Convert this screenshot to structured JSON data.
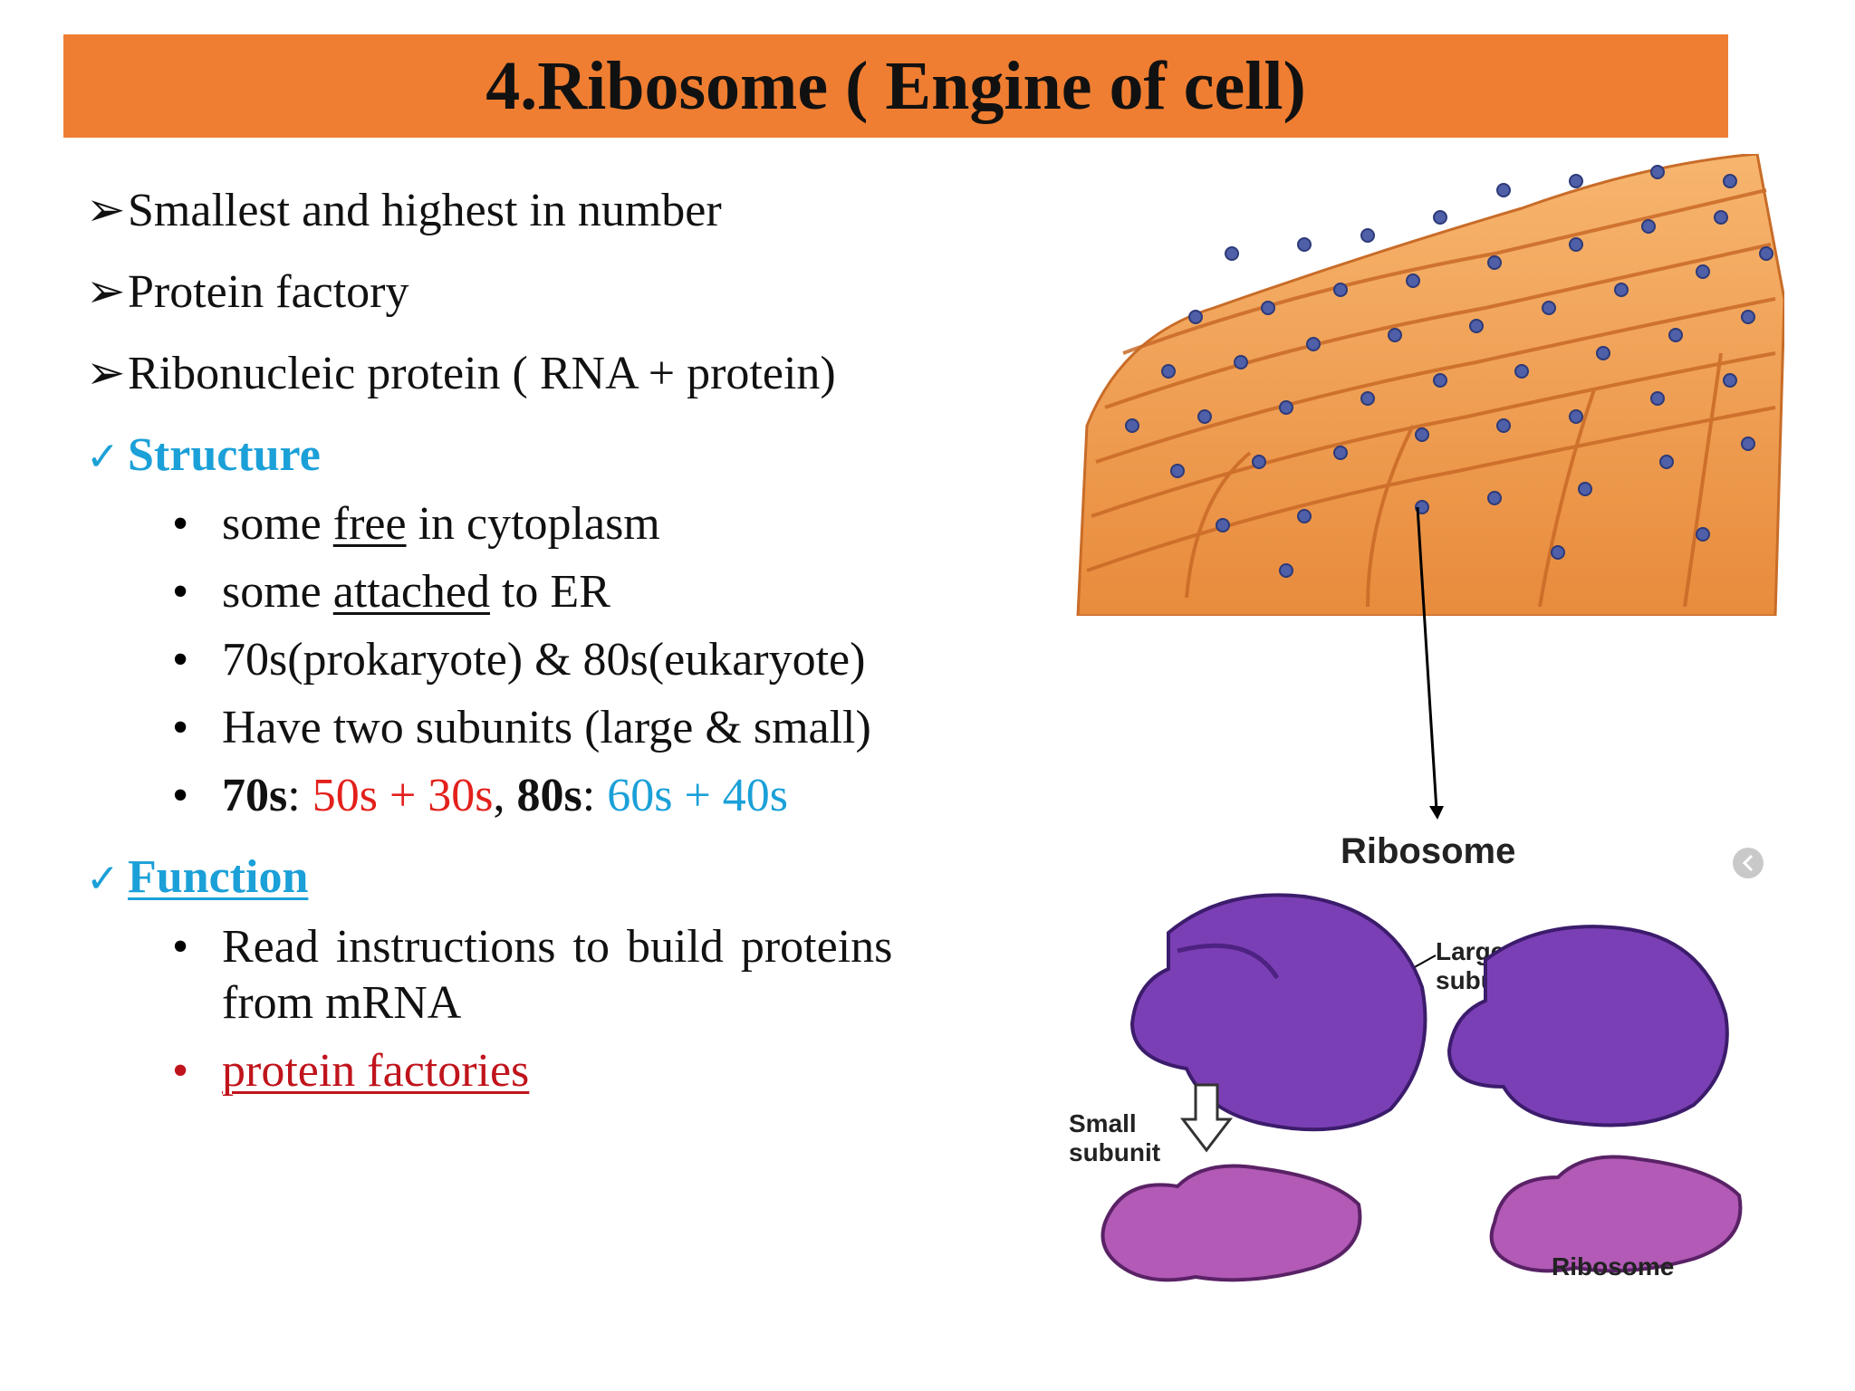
{
  "title": "4.Ribosome ( Engine of cell)",
  "points": [
    "Smallest and highest in number",
    "Protein factory",
    "Ribonucleic protein ( RNA + protein)"
  ],
  "structure": {
    "heading": "Structure",
    "items": {
      "i1_a": "some ",
      "i1_b": "free",
      "i1_c": " in cytoplasm",
      "i2_a": "some ",
      "i2_b": "attached",
      "i2_c": " to ER",
      "i3": "70s(prokaryote) & 80s(eukaryote)",
      "i4": "Have two subunits (large & small)",
      "i5_a": "70s",
      "i5_b": ": ",
      "i5_c": "50s + 30s",
      "i5_d": ", ",
      "i5_e": "80s",
      "i5_f": ": ",
      "i5_g": "60s + 40s"
    }
  },
  "function": {
    "heading": "Function",
    "item1_line1": "Read instructions to build proteins",
    "item1_line2": "from mRNA",
    "item2": "protein factories"
  },
  "figure": {
    "title": "Ribosome",
    "label_large": "Large subunit",
    "label_large_1": "Large",
    "label_large_2": "subunit",
    "label_small_1": "Small",
    "label_small_2": "subunit",
    "label_ribosome": "Ribosome"
  },
  "colors": {
    "title_bar": "#ef7e32",
    "heading_blue": "#1ba0d8",
    "red": "#e3201b",
    "dark_red": "#c0141c",
    "er_orange": "#f2a25a",
    "ribosome_dot": "#4f5fa8",
    "large_subunit": "#7b3fb5",
    "small_subunit": "#b25ab6"
  }
}
